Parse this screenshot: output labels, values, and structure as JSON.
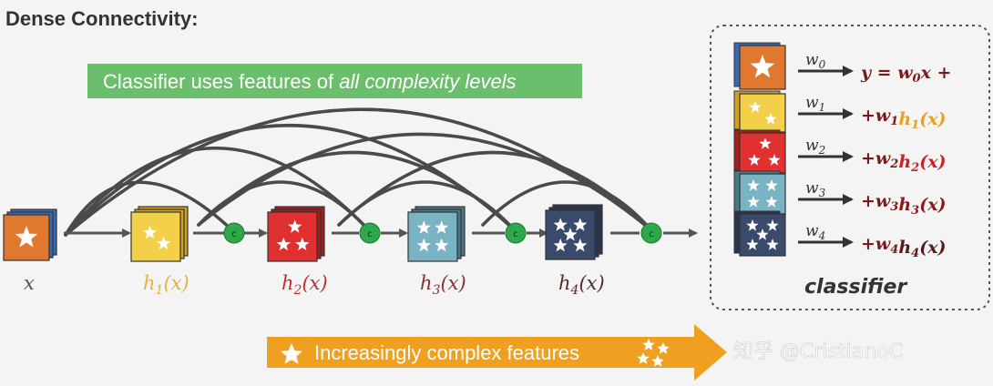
{
  "title": "Dense Connectivity:",
  "banner": {
    "prefix": "Classifier uses features of ",
    "emphasis": "all complexity levels",
    "color": "#5cb85c"
  },
  "nodes": [
    {
      "id": "x",
      "label": "x",
      "label_color": "#555555",
      "fill": "#e07830"
    },
    {
      "id": "h1",
      "label": "h1(x)",
      "label_color": "#e8b040",
      "fill": "#f2d04a"
    },
    {
      "id": "h2",
      "label": "h2(x)",
      "label_color": "#c03030",
      "fill": "#e03030"
    },
    {
      "id": "h3",
      "label": "h3(x)",
      "label_color": "#8a3030",
      "fill": "#7ab4c4"
    },
    {
      "id": "h4",
      "label": "h4(x)",
      "label_color": "#5a2a2a",
      "fill": "#3a4a6a"
    }
  ],
  "concat_symbol": "c",
  "classifier": {
    "title": "classifier",
    "weights": [
      "w0",
      "w1",
      "w2",
      "w3",
      "w4"
    ],
    "terms": [
      {
        "prefix": "y = w",
        "sub": "0",
        "rest": "x +",
        "feature": "",
        "feature_sub": "",
        "feature_end": "",
        "feature_color": "#7a1a1a"
      },
      {
        "prefix": "+w",
        "sub": "1",
        "rest": "",
        "feature": "h",
        "feature_sub": "1",
        "feature_end": "(x)",
        "feature_color": "#e8a020"
      },
      {
        "prefix": "+w",
        "sub": "2",
        "rest": "",
        "feature": "h",
        "feature_sub": "2",
        "feature_end": "(x)",
        "feature_color": "#d02020"
      },
      {
        "prefix": "+w",
        "sub": "3",
        "rest": "",
        "feature": "h",
        "feature_sub": "3",
        "feature_end": "(x)",
        "feature_color": "#8a1a1a"
      },
      {
        "prefix": "+w",
        "sub": "4",
        "rest": "",
        "feature": "h",
        "feature_sub": "4",
        "feature_end": "(x)",
        "feature_color": "#5a1a1a"
      }
    ]
  },
  "bottom_arrow": {
    "label": "Increasingly complex features",
    "color": "#f0a020"
  },
  "watermark": "知乎 @CristianoC"
}
